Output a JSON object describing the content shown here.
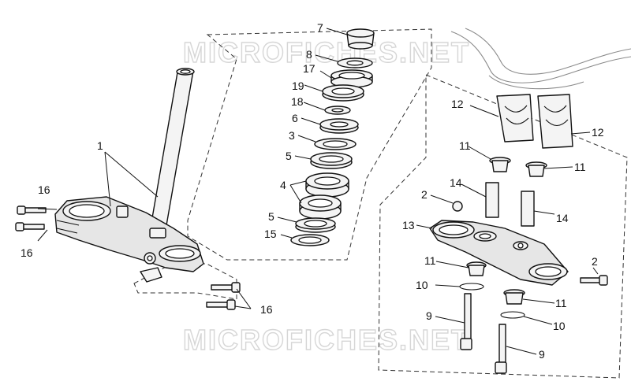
{
  "watermark": "MICROFICHES.NET",
  "callouts": {
    "c1": "1",
    "c2a": "2",
    "c2b": "2",
    "c3": "3",
    "c4": "4",
    "c5a": "5",
    "c5b": "5",
    "c6": "6",
    "c7": "7",
    "c8": "8",
    "c9a": "9",
    "c9b": "9",
    "c10a": "10",
    "c10b": "10",
    "c11a": "11",
    "c11b": "11",
    "c11c": "11",
    "c11d": "11",
    "c12a": "12",
    "c12b": "12",
    "c13": "13",
    "c14a": "14",
    "c14b": "14",
    "c15": "15",
    "c16a": "16",
    "c16b": "16",
    "c16c": "16",
    "c17": "17",
    "c18": "18",
    "c19": "19"
  }
}
